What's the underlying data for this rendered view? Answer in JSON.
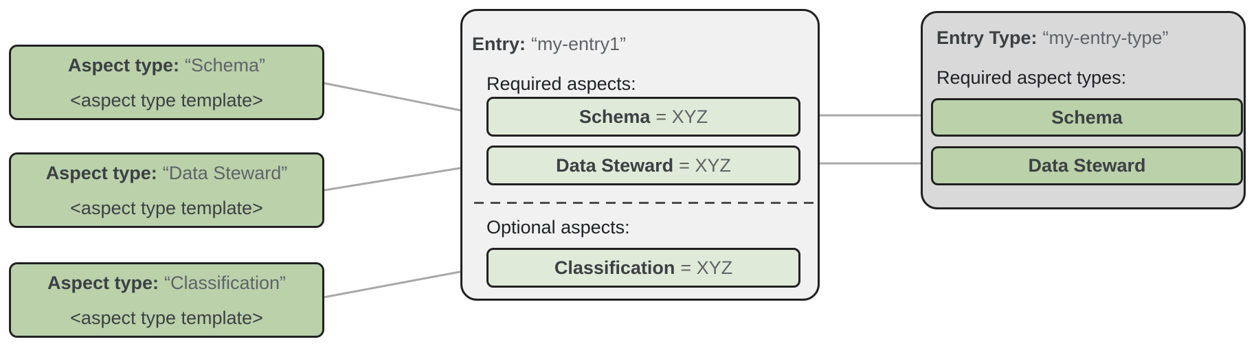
{
  "colors": {
    "green_dark": "#bad1aa",
    "green_light": "#e0ead8",
    "entry_panel_bg": "#f1f1f2",
    "entry_type_panel_bg": "#d9d9d9",
    "border_dark": "#212121",
    "connector_gray": "#a8a8a8",
    "text_bold_dark": "#3c4043",
    "text_value_gray": "#5f6368",
    "text_label_black": "#202124"
  },
  "aspect_types": [
    {
      "label": "Aspect type:",
      "name": "“Schema”",
      "template": "<aspect type template>"
    },
    {
      "label": "Aspect type:",
      "name": "“Data Steward”",
      "template": "<aspect type template>"
    },
    {
      "label": "Aspect type:",
      "name": "“Classification”",
      "template": "<aspect type template>"
    }
  ],
  "entry": {
    "label": "Entry:",
    "name": "“my-entry1”",
    "required_label": "Required aspects:",
    "required_aspects": [
      {
        "name": "Schema",
        "value": "= XYZ"
      },
      {
        "name": "Data Steward",
        "value": "= XYZ"
      }
    ],
    "optional_label": "Optional aspects:",
    "optional_aspects": [
      {
        "name": "Classification",
        "value": "= XYZ"
      }
    ]
  },
  "entry_type": {
    "label": "Entry Type:",
    "name": "“my-entry-type”",
    "required_label": "Required aspect types:",
    "required_aspect_types": [
      "Schema",
      "Data Steward"
    ]
  }
}
